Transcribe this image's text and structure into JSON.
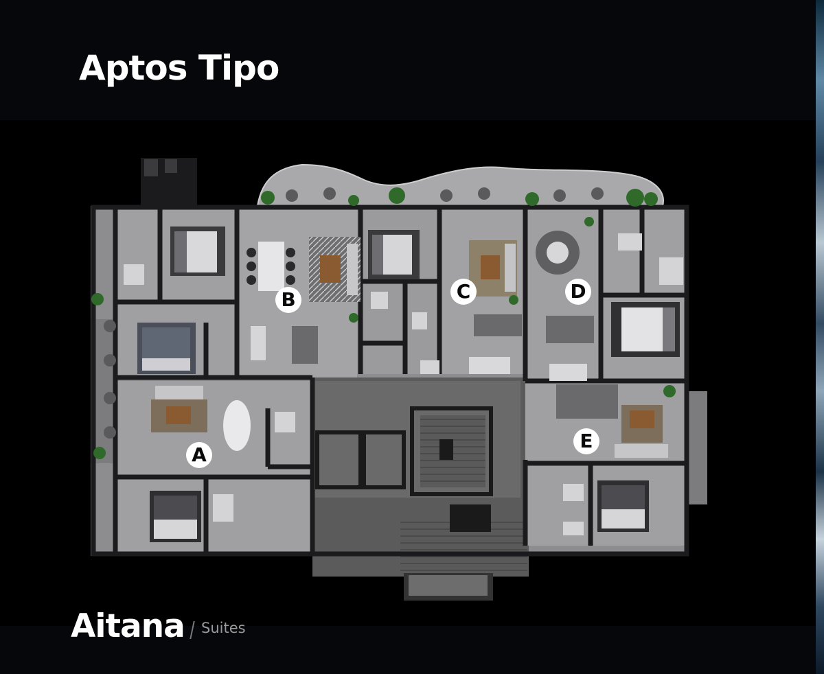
{
  "header": {
    "title": "Aptos Tipo"
  },
  "units": [
    {
      "label": "A"
    },
    {
      "label": "B"
    },
    {
      "label": "C"
    },
    {
      "label": "D"
    },
    {
      "label": "E"
    }
  ],
  "brand": {
    "name": "Aitana",
    "tagline": "Suites"
  },
  "colors": {
    "background": "#000000",
    "floor": "#9a9a9c",
    "wall": "#1b1b1d",
    "core": "#555556",
    "text": "#ffffff"
  }
}
